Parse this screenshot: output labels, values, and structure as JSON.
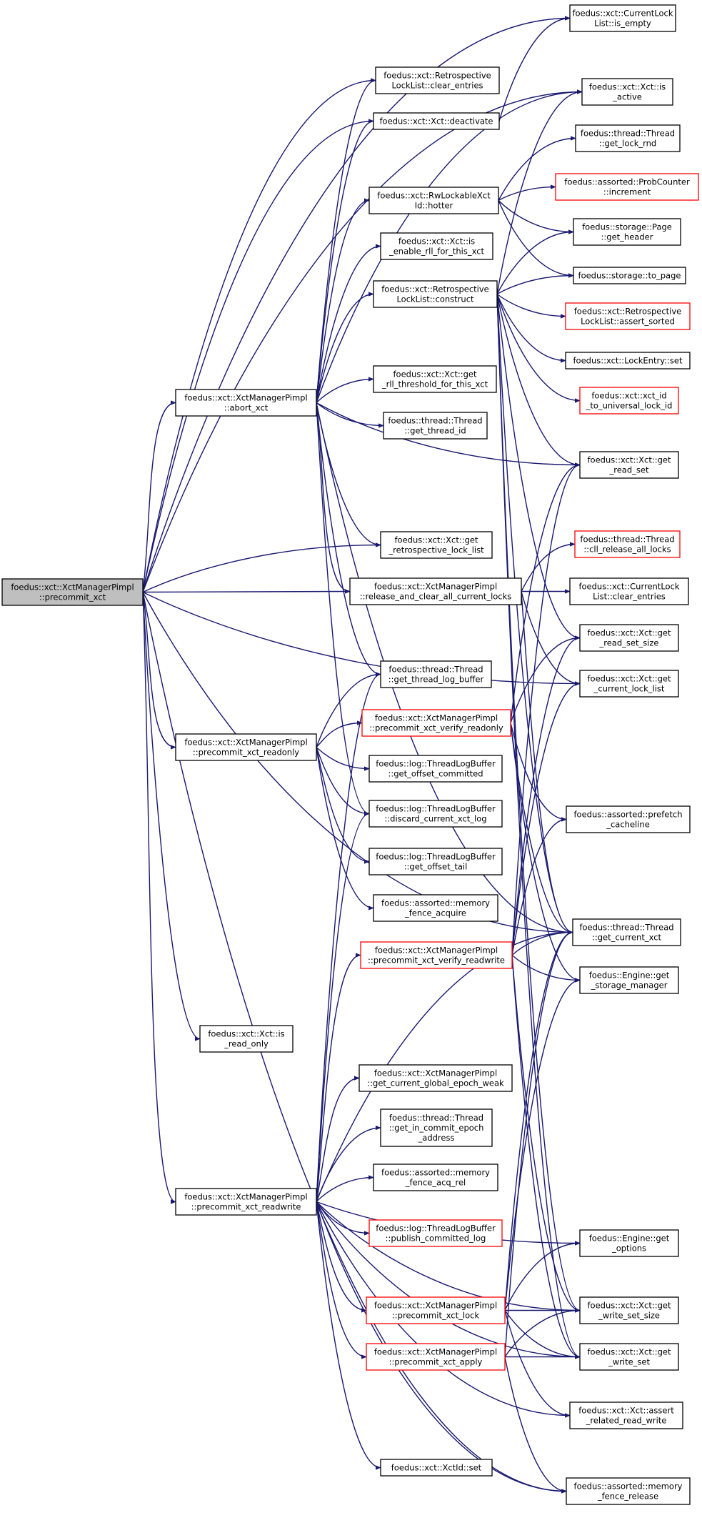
{
  "colors": {
    "edge": "#191970",
    "node_border": "#000000",
    "node_border_highlight": "#ff0000",
    "root_fill": "#bfbfbf",
    "node_fill": "#ffffff"
  },
  "nodes": [
    {
      "id": "precommit_xct",
      "lines": [
        "foedus::xct::XctManagerPimpl",
        "::precommit_xct"
      ],
      "style": "root"
    },
    {
      "id": "is_empty",
      "lines": [
        "foedus::xct::CurrentLock",
        "List::is_empty"
      ],
      "style": "normal"
    },
    {
      "id": "clear_entries_rll",
      "lines": [
        "foedus::xct::Retrospective",
        "LockList::clear_entries"
      ],
      "style": "normal"
    },
    {
      "id": "is_active",
      "lines": [
        "foedus::xct::Xct::is",
        "_active"
      ],
      "style": "normal"
    },
    {
      "id": "deactivate",
      "lines": [
        "foedus::xct::Xct::deactivate"
      ],
      "style": "normal"
    },
    {
      "id": "get_lock_rnd",
      "lines": [
        "foedus::thread::Thread",
        "::get_lock_rnd"
      ],
      "style": "normal"
    },
    {
      "id": "hotter",
      "lines": [
        "foedus::xct::RwLockableXct",
        "Id::hotter"
      ],
      "style": "normal"
    },
    {
      "id": "increment",
      "lines": [
        "foedus::assorted::ProbCounter",
        "::increment"
      ],
      "style": "highlight"
    },
    {
      "id": "get_header",
      "lines": [
        "foedus::storage::Page",
        "::get_header"
      ],
      "style": "normal"
    },
    {
      "id": "is_enable_rll",
      "lines": [
        "foedus::xct::Xct::is",
        "_enable_rll_for_this_xct"
      ],
      "style": "normal"
    },
    {
      "id": "to_page",
      "lines": [
        "foedus::storage::to_page"
      ],
      "style": "normal"
    },
    {
      "id": "construct",
      "lines": [
        "foedus::xct::Retrospective",
        "LockList::construct"
      ],
      "style": "normal"
    },
    {
      "id": "assert_sorted",
      "lines": [
        "foedus::xct::Retrospective",
        "LockList::assert_sorted"
      ],
      "style": "highlight"
    },
    {
      "id": "lockentry_set",
      "lines": [
        "foedus::xct::LockEntry::set"
      ],
      "style": "normal"
    },
    {
      "id": "get_rll_threshold",
      "lines": [
        "foedus::xct::Xct::get",
        "_rll_threshold_for_this_xct"
      ],
      "style": "normal"
    },
    {
      "id": "xct_id_to_universal",
      "lines": [
        "foedus::xct::xct_id",
        "_to_universal_lock_id"
      ],
      "style": "highlight"
    },
    {
      "id": "abort_xct",
      "lines": [
        "foedus::xct::XctManagerPimpl",
        "::abort_xct"
      ],
      "style": "normal"
    },
    {
      "id": "get_thread_id",
      "lines": [
        "foedus::thread::Thread",
        "::get_thread_id"
      ],
      "style": "normal"
    },
    {
      "id": "get_read_set",
      "lines": [
        "foedus::xct::Xct::get",
        "_read_set"
      ],
      "style": "normal"
    },
    {
      "id": "get_retrospective",
      "lines": [
        "foedus::xct::Xct::get",
        "_retrospective_lock_list"
      ],
      "style": "normal"
    },
    {
      "id": "cll_release",
      "lines": [
        "foedus::thread::Thread",
        "::cll_release_all_locks"
      ],
      "style": "highlight"
    },
    {
      "id": "release_and_clear",
      "lines": [
        "foedus::xct::XctManagerPimpl",
        "::release_and_clear_all_current_locks"
      ],
      "style": "normal"
    },
    {
      "id": "clear_entries_cll",
      "lines": [
        "foedus::xct::CurrentLock",
        "List::clear_entries"
      ],
      "style": "normal"
    },
    {
      "id": "get_read_set_size",
      "lines": [
        "foedus::xct::Xct::get",
        "_read_set_size"
      ],
      "style": "normal"
    },
    {
      "id": "get_thread_log_buffer",
      "lines": [
        "foedus::thread::Thread",
        "::get_thread_log_buffer"
      ],
      "style": "normal"
    },
    {
      "id": "get_current_lock_list",
      "lines": [
        "foedus::xct::Xct::get",
        "_current_lock_list"
      ],
      "style": "normal"
    },
    {
      "id": "verify_readonly",
      "lines": [
        "foedus::xct::XctManagerPimpl",
        "::precommit_xct_verify_readonly"
      ],
      "style": "highlight"
    },
    {
      "id": "precommit_readonly",
      "lines": [
        "foedus::xct::XctManagerPimpl",
        "::precommit_xct_readonly"
      ],
      "style": "normal"
    },
    {
      "id": "get_offset_committed",
      "lines": [
        "foedus::log::ThreadLogBuffer",
        "::get_offset_committed"
      ],
      "style": "normal"
    },
    {
      "id": "prefetch_cacheline",
      "lines": [
        "foedus::assorted::prefetch",
        "_cacheline"
      ],
      "style": "normal"
    },
    {
      "id": "discard_current_xct_log",
      "lines": [
        "foedus::log::ThreadLogBuffer",
        "::discard_current_xct_log"
      ],
      "style": "normal"
    },
    {
      "id": "get_offset_tail",
      "lines": [
        "foedus::log::ThreadLogBuffer",
        "::get_offset_tail"
      ],
      "style": "normal"
    },
    {
      "id": "memory_fence_acquire",
      "lines": [
        "foedus::assorted::memory",
        "_fence_acquire"
      ],
      "style": "normal"
    },
    {
      "id": "get_current_xct",
      "lines": [
        "foedus::thread::Thread",
        "::get_current_xct"
      ],
      "style": "normal"
    },
    {
      "id": "verify_readwrite",
      "lines": [
        "foedus::xct::XctManagerPimpl",
        "::precommit_xct_verify_readwrite"
      ],
      "style": "highlight"
    },
    {
      "id": "get_storage_manager",
      "lines": [
        "foedus::Engine::get",
        "_storage_manager"
      ],
      "style": "normal"
    },
    {
      "id": "is_read_only",
      "lines": [
        "foedus::xct::Xct::is",
        "_read_only"
      ],
      "style": "normal"
    },
    {
      "id": "get_current_global_epoch_weak",
      "lines": [
        "foedus::xct::XctManagerPimpl",
        "::get_current_global_epoch_weak"
      ],
      "style": "normal"
    },
    {
      "id": "get_in_commit_epoch_address",
      "lines": [
        "foedus::thread::Thread",
        "::get_in_commit_epoch",
        "_address"
      ],
      "style": "normal"
    },
    {
      "id": "memory_fence_acq_rel",
      "lines": [
        "foedus::assorted::memory",
        "_fence_acq_rel"
      ],
      "style": "normal"
    },
    {
      "id": "precommit_readwrite",
      "lines": [
        "foedus::xct::XctManagerPimpl",
        "::precommit_xct_readwrite"
      ],
      "style": "normal"
    },
    {
      "id": "get_options",
      "lines": [
        "foedus::Engine::get",
        "_options"
      ],
      "style": "normal"
    },
    {
      "id": "publish_committed_log",
      "lines": [
        "foedus::log::ThreadLogBuffer",
        "::publish_committed_log"
      ],
      "style": "highlight"
    },
    {
      "id": "precommit_xct_lock",
      "lines": [
        "foedus::xct::XctManagerPimpl",
        "::precommit_xct_lock"
      ],
      "style": "highlight"
    },
    {
      "id": "get_write_set_size",
      "lines": [
        "foedus::xct::Xct::get",
        "_write_set_size"
      ],
      "style": "normal"
    },
    {
      "id": "precommit_xct_apply",
      "lines": [
        "foedus::xct::XctManagerPimpl",
        "::precommit_xct_apply"
      ],
      "style": "highlight"
    },
    {
      "id": "get_write_set",
      "lines": [
        "foedus::xct::Xct::get",
        "_write_set"
      ],
      "style": "normal"
    },
    {
      "id": "assert_related_read_write",
      "lines": [
        "foedus::xct::Xct::assert",
        "_related_read_write"
      ],
      "style": "normal"
    },
    {
      "id": "xctid_set",
      "lines": [
        "foedus::xct::XctId::set"
      ],
      "style": "normal"
    },
    {
      "id": "memory_fence_release",
      "lines": [
        "foedus::assorted::memory",
        "_fence_release"
      ],
      "style": "normal"
    }
  ],
  "edges": [
    [
      "precommit_xct",
      "is_empty"
    ],
    [
      "precommit_xct",
      "clear_entries_rll"
    ],
    [
      "precommit_xct",
      "is_active"
    ],
    [
      "precommit_xct",
      "deactivate"
    ],
    [
      "precommit_xct",
      "abort_xct"
    ],
    [
      "precommit_xct",
      "get_retrospective"
    ],
    [
      "precommit_xct",
      "release_and_clear"
    ],
    [
      "precommit_xct",
      "get_current_lock_list"
    ],
    [
      "precommit_xct",
      "precommit_readonly"
    ],
    [
      "precommit_xct",
      "get_current_xct"
    ],
    [
      "precommit_xct",
      "is_read_only"
    ],
    [
      "precommit_xct",
      "precommit_readwrite"
    ],
    [
      "precommit_xct",
      "memory_fence_release"
    ],
    [
      "abort_xct",
      "clear_entries_rll"
    ],
    [
      "abort_xct",
      "is_active"
    ],
    [
      "abort_xct",
      "deactivate"
    ],
    [
      "abort_xct",
      "hotter"
    ],
    [
      "abort_xct",
      "is_enable_rll"
    ],
    [
      "abort_xct",
      "construct"
    ],
    [
      "abort_xct",
      "get_rll_threshold"
    ],
    [
      "abort_xct",
      "get_thread_id"
    ],
    [
      "abort_xct",
      "get_read_set"
    ],
    [
      "abort_xct",
      "get_retrospective"
    ],
    [
      "abort_xct",
      "release_and_clear"
    ],
    [
      "abort_xct",
      "get_thread_log_buffer"
    ],
    [
      "abort_xct",
      "discard_current_xct_log"
    ],
    [
      "abort_xct",
      "get_current_xct"
    ],
    [
      "deactivate",
      "is_empty"
    ],
    [
      "hotter",
      "get_lock_rnd"
    ],
    [
      "hotter",
      "increment"
    ],
    [
      "hotter",
      "get_header"
    ],
    [
      "hotter",
      "to_page"
    ],
    [
      "construct",
      "is_active"
    ],
    [
      "construct",
      "get_header"
    ],
    [
      "construct",
      "to_page"
    ],
    [
      "construct",
      "assert_sorted"
    ],
    [
      "construct",
      "lockentry_set"
    ],
    [
      "construct",
      "xct_id_to_universal"
    ],
    [
      "construct",
      "get_read_set"
    ],
    [
      "construct",
      "get_read_set_size"
    ],
    [
      "construct",
      "get_current_xct"
    ],
    [
      "construct",
      "get_write_set"
    ],
    [
      "construct",
      "get_write_set_size"
    ],
    [
      "release_and_clear",
      "cll_release"
    ],
    [
      "release_and_clear",
      "clear_entries_cll"
    ],
    [
      "release_and_clear",
      "get_current_lock_list"
    ],
    [
      "release_and_clear",
      "get_current_xct"
    ],
    [
      "precommit_readonly",
      "get_thread_log_buffer"
    ],
    [
      "precommit_readonly",
      "verify_readonly"
    ],
    [
      "precommit_readonly",
      "get_offset_committed"
    ],
    [
      "precommit_readonly",
      "discard_current_xct_log"
    ],
    [
      "precommit_readonly",
      "get_offset_tail"
    ],
    [
      "precommit_readonly",
      "memory_fence_acquire"
    ],
    [
      "verify_readonly",
      "get_read_set"
    ],
    [
      "verify_readonly",
      "get_read_set_size"
    ],
    [
      "verify_readonly",
      "prefetch_cacheline"
    ],
    [
      "verify_readonly",
      "get_current_xct"
    ],
    [
      "verify_readonly",
      "get_storage_manager"
    ],
    [
      "verify_readwrite",
      "get_read_set"
    ],
    [
      "verify_readwrite",
      "get_read_set_size"
    ],
    [
      "verify_readwrite",
      "get_current_lock_list"
    ],
    [
      "verify_readwrite",
      "prefetch_cacheline"
    ],
    [
      "verify_readwrite",
      "get_current_xct"
    ],
    [
      "verify_readwrite",
      "get_storage_manager"
    ],
    [
      "verify_readwrite",
      "get_write_set"
    ],
    [
      "verify_readwrite",
      "get_write_set_size"
    ],
    [
      "precommit_readwrite",
      "get_thread_log_buffer"
    ],
    [
      "precommit_readwrite",
      "discard_current_xct_log"
    ],
    [
      "precommit_readwrite",
      "verify_readwrite"
    ],
    [
      "precommit_readwrite",
      "get_current_xct"
    ],
    [
      "precommit_readwrite",
      "get_current_global_epoch_weak"
    ],
    [
      "precommit_readwrite",
      "get_in_commit_epoch_address"
    ],
    [
      "precommit_readwrite",
      "memory_fence_acq_rel"
    ],
    [
      "precommit_readwrite",
      "get_options"
    ],
    [
      "precommit_readwrite",
      "publish_committed_log"
    ],
    [
      "precommit_readwrite",
      "precommit_xct_lock"
    ],
    [
      "precommit_readwrite",
      "precommit_xct_apply"
    ],
    [
      "precommit_readwrite",
      "get_write_set"
    ],
    [
      "precommit_readwrite",
      "get_write_set_size"
    ],
    [
      "precommit_readwrite",
      "assert_related_read_write"
    ],
    [
      "precommit_readwrite",
      "xctid_set"
    ],
    [
      "precommit_readwrite",
      "memory_fence_release"
    ],
    [
      "precommit_xct_lock",
      "get_current_xct"
    ],
    [
      "precommit_xct_lock",
      "get_storage_manager"
    ],
    [
      "precommit_xct_lock",
      "get_options"
    ],
    [
      "precommit_xct_lock",
      "get_write_set"
    ],
    [
      "precommit_xct_lock",
      "get_write_set_size"
    ],
    [
      "precommit_xct_lock",
      "assert_related_read_write"
    ],
    [
      "precommit_xct_apply",
      "get_current_xct"
    ],
    [
      "precommit_xct_apply",
      "get_write_set"
    ],
    [
      "precommit_xct_apply",
      "get_write_set_size"
    ],
    [
      "precommit_xct_apply",
      "memory_fence_release"
    ]
  ]
}
